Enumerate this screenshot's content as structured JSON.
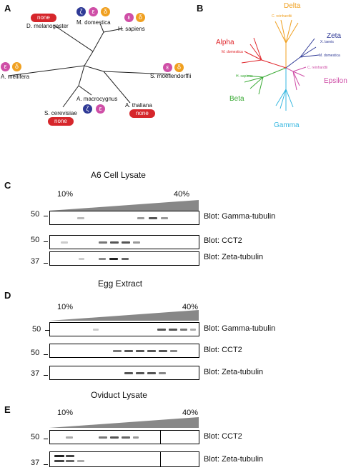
{
  "panels": {
    "A": "A",
    "B": "B",
    "C": "C",
    "D": "D",
    "E": "E"
  },
  "panel_a": {
    "species": {
      "d_melanogaster": "D. melanogaster",
      "m_domestica": "M. domestica",
      "h_sapiens": "H. sapiens",
      "a_mellifera": "A. mellifera",
      "s_moellendorffii": "S. moellendorffii",
      "a_macrocygnus": "A. macrocygnus",
      "s_cerevisiae": "S. cerevisiae",
      "a_thaliana": "A. thaliana"
    },
    "badges": {
      "none": "none",
      "zeta": "ζ",
      "epsilon": "ε",
      "delta": "δ"
    },
    "colors": {
      "none": "#d6262b",
      "zeta": "#2f3a96",
      "epsilon": "#cf4fa7",
      "delta": "#f0a020"
    }
  },
  "panel_b": {
    "clades": {
      "delta": "Delta",
      "zeta": "Zeta",
      "alpha": "Alpha",
      "epsilon": "Epsilon",
      "beta": "Beta",
      "gamma": "Gamma"
    },
    "clade_colors": {
      "delta": "#f0a020",
      "zeta": "#2f3a96",
      "alpha": "#e0262b",
      "epsilon": "#cf4fa7",
      "beta": "#3aaa35",
      "gamma": "#36b7e0"
    },
    "leaf_names": {
      "c_reinhardtii": "C. reinhardtii",
      "x_laevis": "X. laevis",
      "m_domestica": "M. domestica",
      "h_sapiens": "H. sapiens"
    }
  },
  "panel_c": {
    "title": "A6 Cell Lysate",
    "pct_low": "10%",
    "pct_high": "40%",
    "blots": [
      {
        "mw": "50",
        "label": "Blot: Gamma-tubulin"
      },
      {
        "mw": "50",
        "label": "Blot: CCT2"
      },
      {
        "mw": "37",
        "label": "Blot: Zeta-tubulin"
      }
    ]
  },
  "panel_d": {
    "title": "Egg Extract",
    "pct_low": "10%",
    "pct_high": "40%",
    "blots": [
      {
        "mw": "50",
        "label": "Blot: Gamma-tubulin"
      },
      {
        "mw": "50",
        "label": "Blot: CCT2"
      },
      {
        "mw": "37",
        "label": "Blot: Zeta-tubulin"
      }
    ]
  },
  "panel_e": {
    "title": "Oviduct Lysate",
    "pct_low": "10%",
    "pct_high": "40%",
    "blots": [
      {
        "mw": "50",
        "label": "Blot: CCT2"
      },
      {
        "mw": "37",
        "label": "Blot: Zeta-tubulin"
      }
    ]
  }
}
